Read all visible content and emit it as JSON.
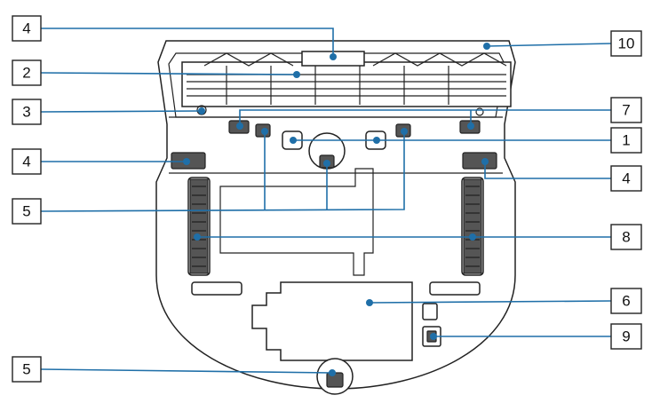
{
  "callouts": [
    {
      "id": "c1",
      "label": "1"
    },
    {
      "id": "c2",
      "label": "2"
    },
    {
      "id": "c3",
      "label": "3"
    },
    {
      "id": "c4a",
      "label": "4"
    },
    {
      "id": "c4b",
      "label": "4"
    },
    {
      "id": "c4c",
      "label": "4"
    },
    {
      "id": "c5a",
      "label": "5"
    },
    {
      "id": "c5b",
      "label": "5"
    },
    {
      "id": "c6",
      "label": "6"
    },
    {
      "id": "c7",
      "label": "7"
    },
    {
      "id": "c8",
      "label": "8"
    },
    {
      "id": "c9",
      "label": "9"
    },
    {
      "id": "c10",
      "label": "10"
    }
  ],
  "colors": {
    "leader": "#1f6fa8",
    "outline": "#222222",
    "background": "#ffffff"
  }
}
